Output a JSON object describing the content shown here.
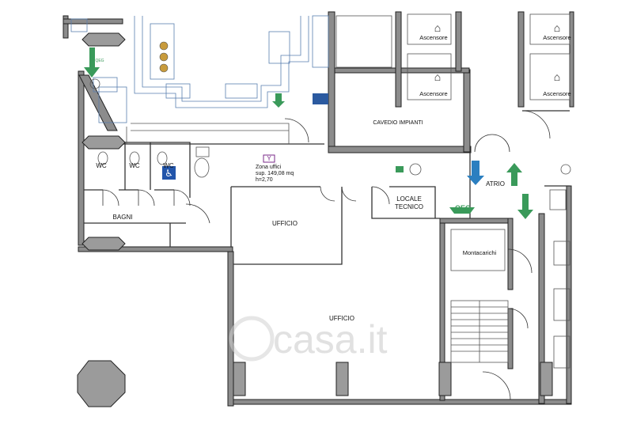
{
  "labels": {
    "wc_1": "WC",
    "wc_2": "WC",
    "wc_3": "WC",
    "bagni": "BAGNI",
    "zona_uffici_line1": "Zona uffici",
    "zona_uffici_line2": "sup. 149,08 mq",
    "zona_uffici_line3": "h=2,70",
    "zona_marker": "Y",
    "ufficio_1": "UFFICIO",
    "ufficio_2": "UFFICIO",
    "locale_tecnico_line1": "LOCALE",
    "locale_tecnico_line2": "TECNICO",
    "atrio": "ATRIO",
    "cavedio_impianti": "CAVEDIO IMPIANTI",
    "ascensore_1": "Ascensore",
    "ascensore_2": "Ascensore",
    "ascensore_3": "Ascensore",
    "ascensore_4": "Ascensore",
    "montacarichi": "Montacarichi",
    "qeg_main": "QEG",
    "qeg_small": "QEG",
    "watermark": "casa.it"
  },
  "colors": {
    "wall_fill": "#8c8c8c",
    "line": "#333333",
    "furniture_blue": "#5a7fb0",
    "arrow_green": "#3a9a5a",
    "arrow_blue": "#2b7fc0",
    "accessible_sign": "#2255aa"
  },
  "icons": {
    "exit_arrows": "exit-arrow-icon",
    "fire_extinguisher": "fire-extinguisher-icon",
    "accessible_wc": "wheelchair-icon"
  }
}
